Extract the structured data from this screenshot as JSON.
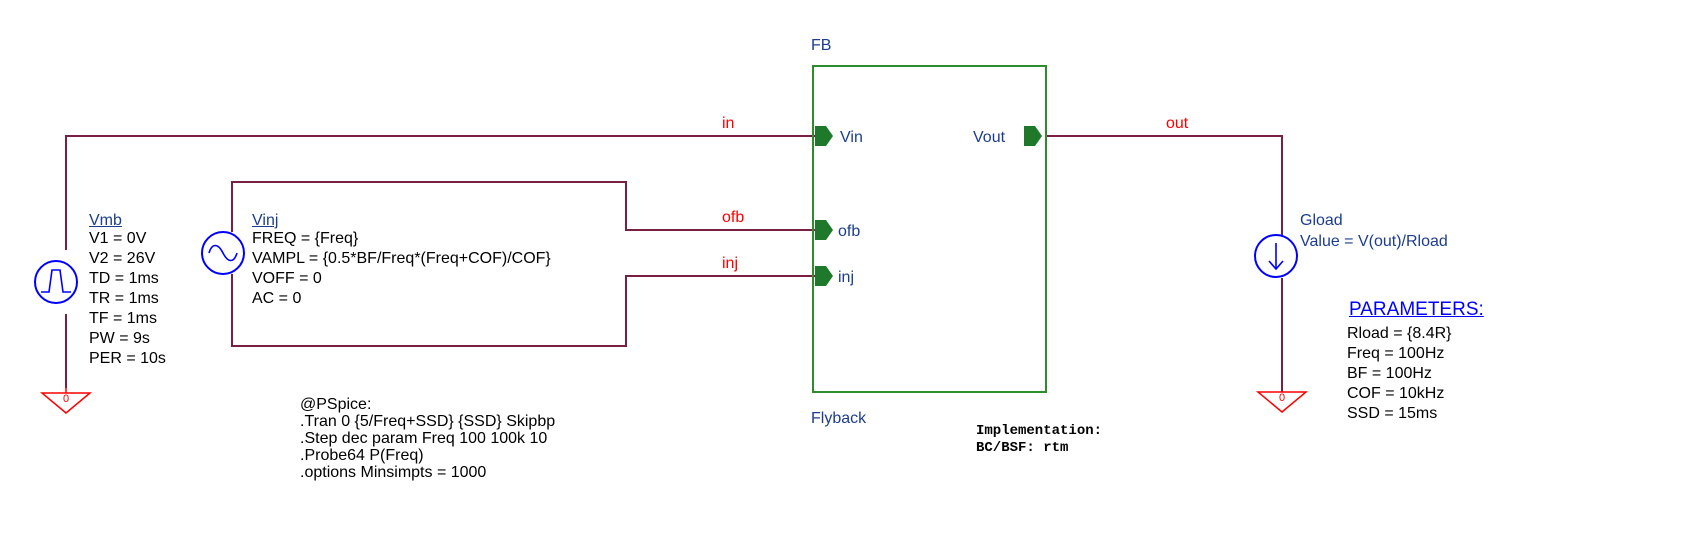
{
  "colors": {
    "wire": "#7a1f44",
    "block_border": "#2e8b2e",
    "pin": "#1e7a2a",
    "net_label": "#ff0000",
    "ref_label": "#1c3d8f",
    "source_symbol": "#0000ff",
    "ground": "#ff0000"
  },
  "block": {
    "ref": "FB",
    "name": "Flyback",
    "pins": {
      "vin": "Vin",
      "ofb": "ofb",
      "inj": "inj",
      "vout": "Vout"
    },
    "implementation_title": "Implementation:",
    "implementation_value": "BC/BSF: rtm"
  },
  "nets": {
    "in": "in",
    "ofb": "ofb",
    "inj": "inj",
    "out": "out"
  },
  "vmb": {
    "name": "Vmb",
    "icon": "pulse-source-icon",
    "params": [
      "V1 = 0V",
      "V2 = 26V",
      "TD = 1ms",
      "TR = 1ms",
      "TF = 1ms",
      "PW = 9s",
      "PER = 10s"
    ]
  },
  "vinj": {
    "name": "Vinj",
    "icon": "sine-source-icon",
    "params": [
      "FREQ = {Freq}",
      "VAMPL = {0.5*BF/Freq*(Freq+COF)/COF}",
      "VOFF = 0",
      "AC = 0"
    ]
  },
  "gload": {
    "name": "Gload",
    "icon": "current-source-icon",
    "value": "Value = V(out)/Rload"
  },
  "ground_label": "0",
  "pspice": {
    "title": "@PSpice:",
    "lines": [
      ".Tran  0 {5/Freq+SSD} {SSD} Skipbp",
      ".Step dec param Freq 100 100k 10",
      ".Probe64 P(Freq)",
      ".options Minsimpts = 1000"
    ]
  },
  "parameters": {
    "title": "PARAMETERS:",
    "items": [
      "Rload = {8.4R}",
      "Freq = 100Hz",
      "BF = 100Hz",
      "COF = 10kHz",
      "SSD = 15ms"
    ]
  }
}
